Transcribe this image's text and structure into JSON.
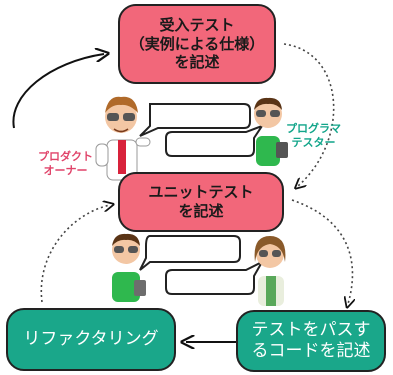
{
  "diagram": {
    "boxes": {
      "acceptance_test": {
        "line1": "受入テスト",
        "line2": "（実例による仕様）",
        "line3": "を記述"
      },
      "unit_test": {
        "line1": "ユニットテスト",
        "line2": "を記述"
      },
      "refactoring": {
        "line1": "リファクタリング"
      },
      "pass_code": {
        "line1": "テストをパスす",
        "line2": "るコードを記述"
      }
    },
    "roles": {
      "product_owner": {
        "line1": "プロダクト",
        "line2": "オーナー"
      },
      "programmer_tester": {
        "line1": "プログラマ",
        "line2": "テスター"
      }
    },
    "colors": {
      "pink": "#f2677a",
      "teal": "#1aa78a",
      "role_pink": "#e0446a",
      "role_teal": "#12a58a"
    }
  }
}
